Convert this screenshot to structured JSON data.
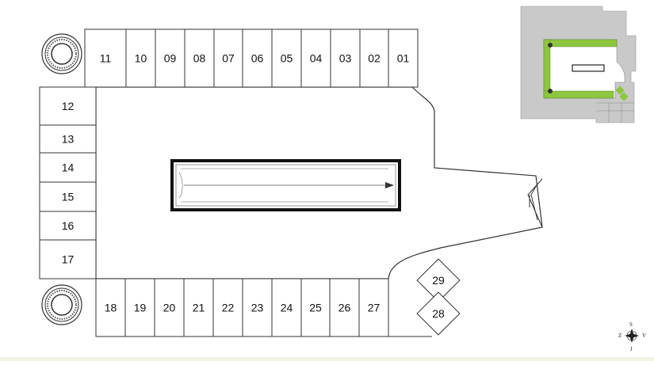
{
  "plan": {
    "top_row": [
      "11",
      "10",
      "09",
      "08",
      "07",
      "06",
      "05",
      "04",
      "03",
      "02",
      "01"
    ],
    "left_column": [
      "12",
      "13",
      "14",
      "15",
      "16",
      "17"
    ],
    "bottom_row": [
      "18",
      "19",
      "20",
      "21",
      "22",
      "23",
      "24",
      "25",
      "26",
      "27"
    ],
    "angled": [
      "29",
      "28"
    ]
  },
  "compass": {
    "north": "S",
    "east": "V",
    "south": "J",
    "west": "Z"
  },
  "colors": {
    "background": "#ffffff",
    "line": "#333333",
    "ramp_border": "#111111",
    "minimap_bg": "#c9c9c9",
    "minimap_highlight": "#8dc63f",
    "bottom_strip": "#f0f4e4"
  },
  "icons": [
    "ventilation-shaft-icon",
    "compass-rose-icon",
    "ramp-arrow-icon",
    "entrance-arrow-icon"
  ]
}
